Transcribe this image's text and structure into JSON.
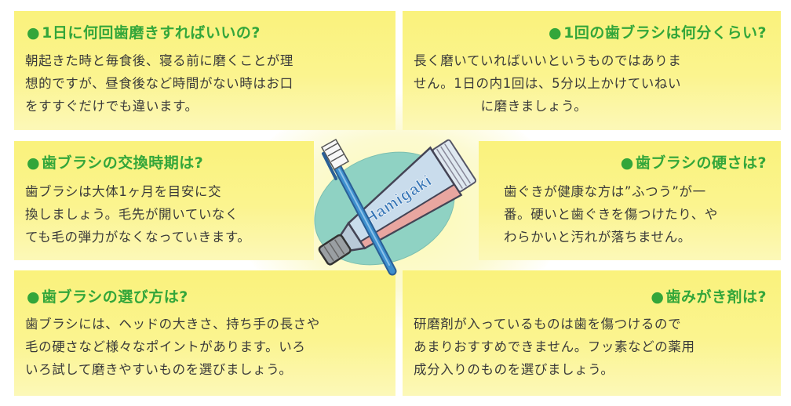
{
  "cards": [
    {
      "question": "1日に何回歯磨きすればいいの?",
      "lines": [
        "朝起きた時と毎食後、寝る前に磨くことが理",
        "想的ですが、昼食後など時間がない時はお口",
        "をすすぐだけでも違います。"
      ]
    },
    {
      "question": "1回の歯ブラシは何分くらい?",
      "lines": [
        "長く磨いていればいいというものではありま",
        "せん。1日の内1回は、5分以上かけていねい",
        "　　　　　に磨きましょう。"
      ]
    },
    {
      "question": "歯ブラシの交換時期は?",
      "lines": [
        "歯ブラシは大体1ヶ月を目安に交",
        "換しましょう。毛先が開いていなく",
        "ても毛の弾力がなくなっていきます。"
      ]
    },
    {
      "question": "歯ブラシの硬さは?",
      "lines": [
        "歯ぐきが健康な方は”ふつう”が一",
        "番。硬いと歯ぐきを傷つけたり、や",
        "わらかいと汚れが落ちません。"
      ]
    },
    {
      "question": "歯ブラシの選び方は?",
      "lines": [
        "歯ブラシには、ヘッドの大きさ、持ち手の長さや",
        "毛の硬さなど様々なポイントがあります。いろ",
        "いろ試して磨きやすいものを選びましょう。"
      ]
    },
    {
      "question": "歯みがき剤は?",
      "lines": [
        "研磨剤が入っているものは歯を傷つけるので",
        "あまりおすすめできません。フッ素などの薬用",
        "成分入りのものを選びましょう。"
      ]
    }
  ],
  "bullet": "●",
  "illustration": {
    "tube_label": "Hamigaki",
    "colors": {
      "bubble": "#8fd2c3",
      "tube": "#c9dcec",
      "stripe": "#e9a6a0",
      "cap": "#9a9fa3",
      "brush": "#3d8fcd"
    }
  }
}
